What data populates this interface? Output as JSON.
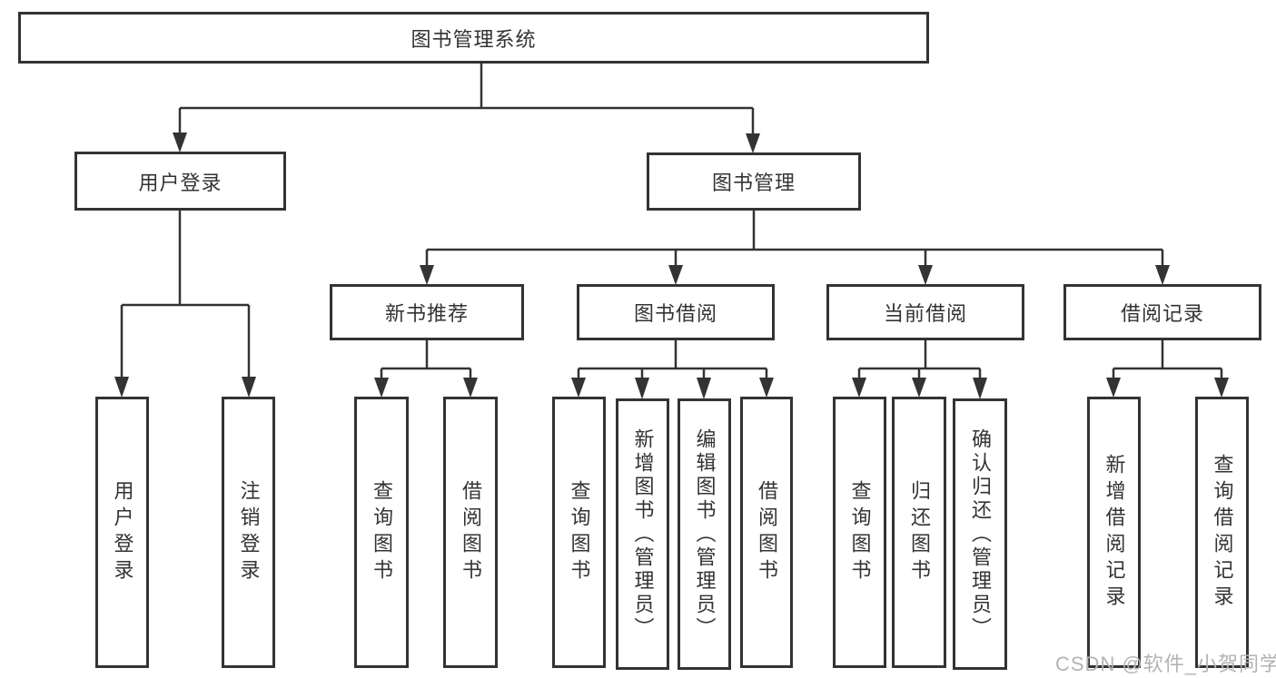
{
  "diagram": {
    "title_node": "图书管理系统",
    "level2": {
      "user_login": "用户登录",
      "book_mgmt": "图书管理"
    },
    "level3": {
      "new_book_rec": "新书推荐",
      "book_borrow": "图书借阅",
      "current_borrow": "当前借阅",
      "borrow_records": "借阅记录"
    },
    "leaves": {
      "login": [
        "用户登录",
        "注销登录"
      ],
      "new_book": [
        "查询图书",
        "借阅图书"
      ],
      "borrow": [
        "查询图书",
        "新增图书（管理员）",
        "编辑图书（管理员）",
        "借阅图书"
      ],
      "current": [
        "查询图书",
        "归还图书",
        "确认归还（管理员）"
      ],
      "records": [
        "新增借阅记录",
        "查询借阅记录"
      ]
    },
    "colors": {
      "line": "#333333",
      "text": "#333333",
      "watermark": "#b3b3b3",
      "background": "#ffffff"
    }
  },
  "watermark": "CSDN @软件_小贺同学"
}
